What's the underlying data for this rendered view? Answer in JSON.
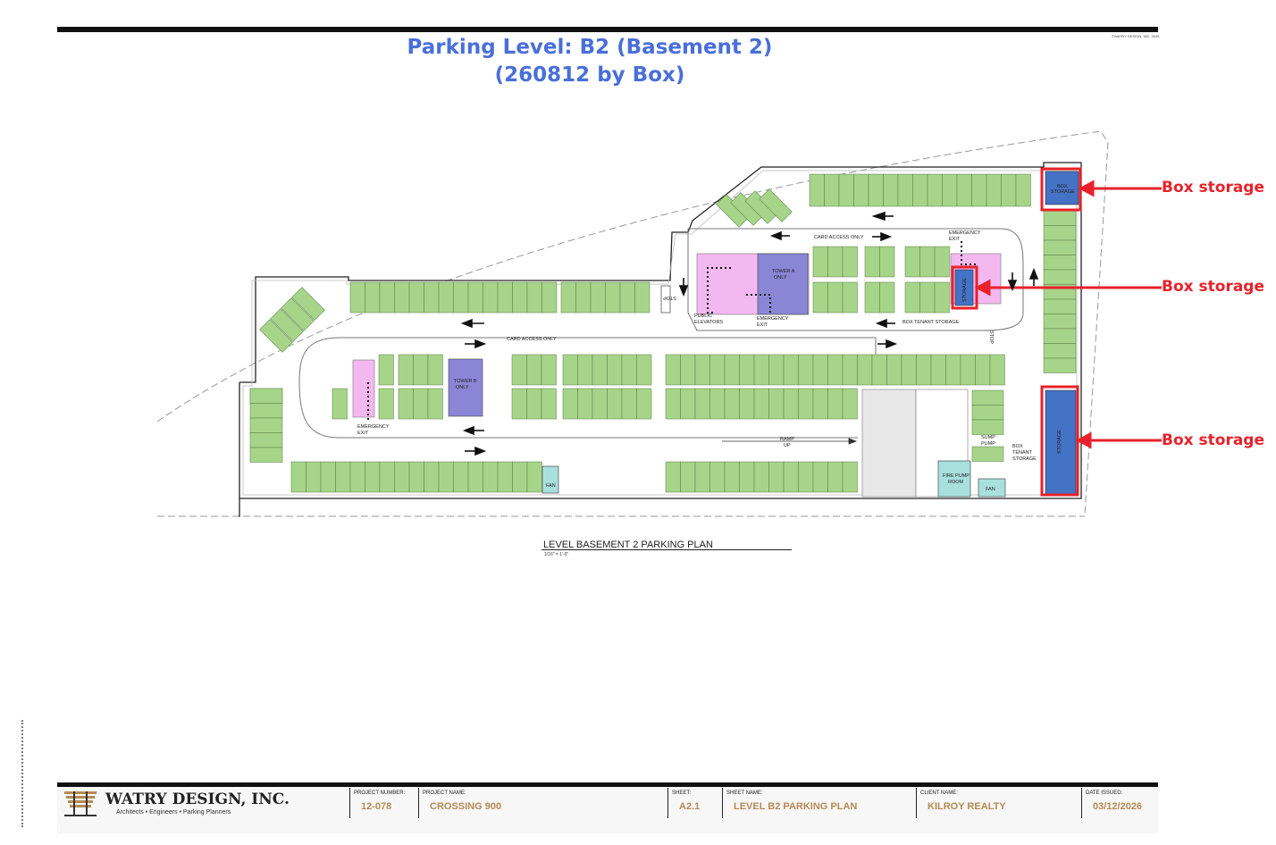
{
  "header": {
    "title_line1": "Parking Level:  B2 (Basement 2)",
    "title_line2": "(260812 by Box)",
    "copyright": "©WATRY DESIGN, INC. 2026"
  },
  "plan": {
    "title": "LEVEL BASEMENT 2 PARKING PLAN",
    "scale": "1/16\" = 1'-0\"",
    "labels": {
      "card_access_top": "CARD ACCESS ONLY",
      "card_access_mid": "CARD ACCESS ONLY",
      "tower_a": [
        "TOWER A",
        "ONLY"
      ],
      "tower_b": [
        "TOWER B",
        "ONLY"
      ],
      "emergency_exit_top": [
        "EMERGENCY",
        "EXIT"
      ],
      "emergency_exit_center": [
        "EMERGENCY",
        "EXIT"
      ],
      "emergency_exit_left": [
        "EMERGENCY",
        "EXIT"
      ],
      "public_elevators": [
        "PUBLIC",
        "ELEVATORS"
      ],
      "box_tenant_storage_mid": "BOX TENANT STORAGE",
      "box_tenant_storage_low": [
        "BOX",
        "TENANT",
        "STORAGE"
      ],
      "box_storage_top": [
        "BOX",
        "STORAGE"
      ],
      "storage_mid": "STORAGE",
      "storage_low": "STORAGE",
      "stop_1": "STOP",
      "stop_2": "STOP",
      "ramp_up": [
        "RAMP",
        "UP"
      ],
      "sump_pump": [
        "SUMP",
        "PUMP"
      ],
      "fire_pump_room": [
        "FIRE PUMP",
        "ROOM"
      ],
      "fan_left": "FAN",
      "fan_right": "FAN"
    }
  },
  "callouts": [
    {
      "label": "Box storage"
    },
    {
      "label": "Box storage"
    },
    {
      "label": "Box storage"
    }
  ],
  "colors": {
    "stall": "#a6d58a",
    "stall_border": "#5a7d45",
    "storage": "#4472c4",
    "tower": "#8a86d6",
    "core_pink": "#f4b8f0",
    "fan": "#a8e0de",
    "callout": "#e8212b",
    "title": "#4a6fd9",
    "titleblock_value": "#b58a55"
  },
  "titleblock": {
    "company": "WATRY DESIGN, INC.",
    "tagline": "Architects • Engineers • Parking Planners",
    "fields": [
      {
        "label": "PROJECT NUMBER:",
        "value": "12-078"
      },
      {
        "label": "PROJECT NAME:",
        "value": "CROSSING 900"
      },
      {
        "label": "SHEET:",
        "value": "A2.1"
      },
      {
        "label": "SHEET NAME:",
        "value": "LEVEL B2 PARKING PLAN"
      },
      {
        "label": "CLIENT NAME:",
        "value": "KILROY REALTY"
      },
      {
        "label": "DATE ISSUED:",
        "value": "03/12/2026"
      }
    ]
  }
}
